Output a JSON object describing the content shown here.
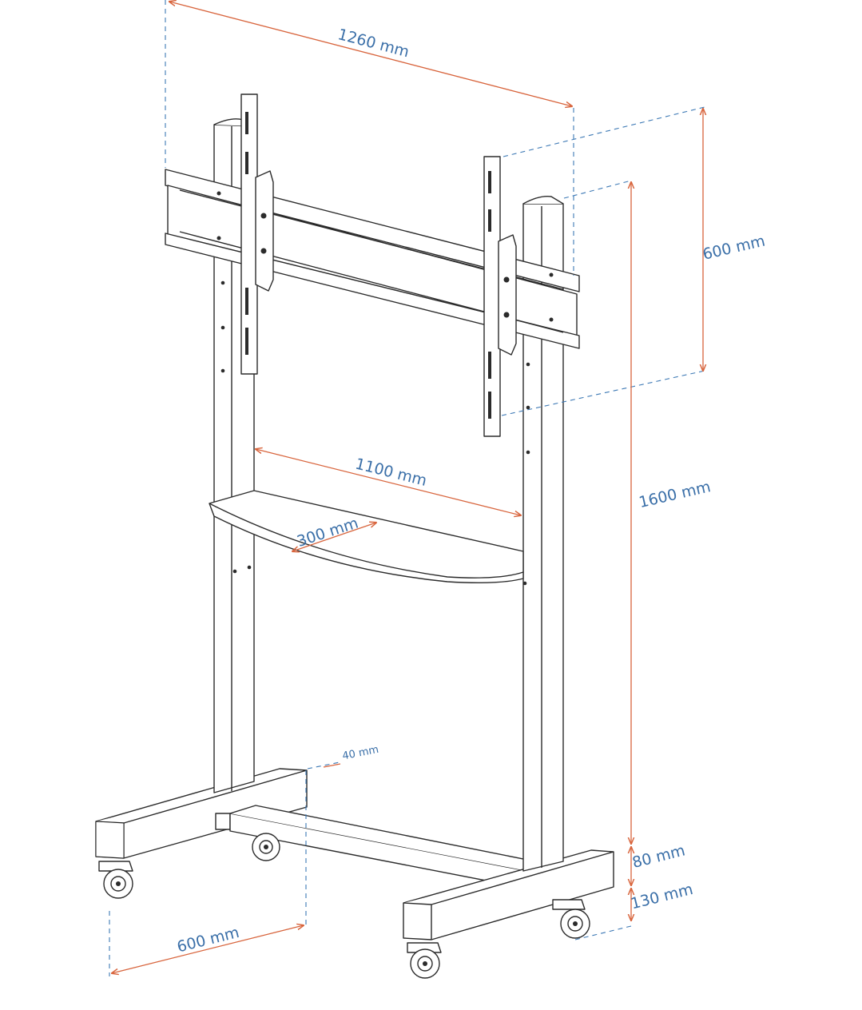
{
  "dimensions": {
    "overall_width": "1260 mm",
    "bracket_height": "600 mm",
    "total_height": "1600 mm",
    "shelf_width": "1100 mm",
    "shelf_depth": "300 mm",
    "foot_tube": "40 mm",
    "foot_height": "80 mm",
    "caster_height": "130 mm",
    "base_depth": "600 mm"
  },
  "colors": {
    "dimension_line": "#d8643c",
    "extension_line": "#3d79b5",
    "label_text": "#3a6fa8",
    "outline": "#2b2b2b"
  }
}
